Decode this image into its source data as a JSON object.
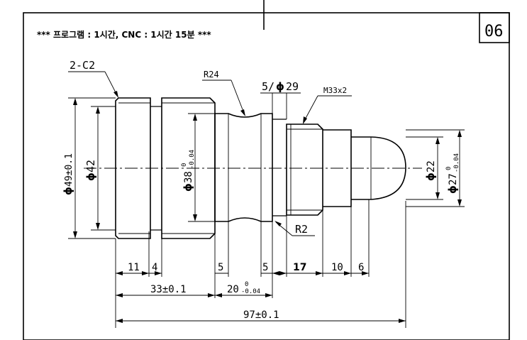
{
  "header": {
    "program_note": "*** 프로그램 : 1시간, CNC : 1시간 15분 ***",
    "drawing_number": "06"
  },
  "callouts": {
    "chamfer": "2-C2",
    "groove_radius": "R24",
    "groove_spec": "5/",
    "groove_dia": "29",
    "thread": "M33x2",
    "fillet": "R2"
  },
  "diameters": {
    "d49": "49±0.1",
    "d42": "42",
    "d38": "38",
    "d38_tol_upper": "0",
    "d38_tol_lower": "-0.04",
    "d22": "22",
    "d27": "27",
    "d27_tol_upper": "0",
    "d27_tol_lower": "-0.04",
    "phi_symbol": "ϕ"
  },
  "lengths": {
    "l11": "11",
    "l4": "4",
    "l5a": "5",
    "l5b": "5",
    "l17": "17",
    "l10": "10",
    "l6": "6",
    "l33": "33±0.1",
    "l20": "20",
    "l20_tol_upper": "0",
    "l20_tol_lower": "-0.04",
    "l97": "97±0.1"
  }
}
